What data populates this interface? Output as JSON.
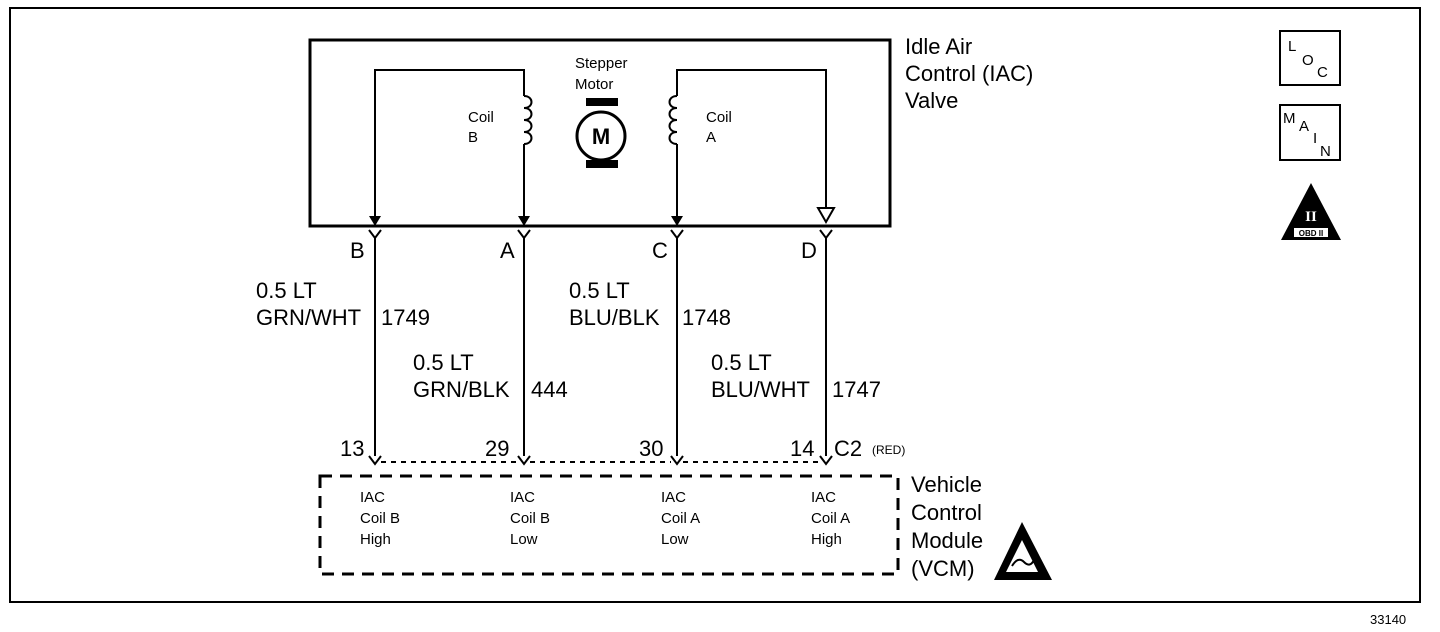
{
  "device": {
    "title_lines": [
      "Idle Air",
      "Control (IAC)",
      "Valve"
    ],
    "stepper_label_lines": [
      "Stepper",
      "Motor"
    ],
    "motor_symbol": "M",
    "coil_b_lines": [
      "Coil",
      "B"
    ],
    "coil_a_lines": [
      "Coil",
      "A"
    ]
  },
  "pins": [
    "B",
    "A",
    "C",
    "D"
  ],
  "wires": [
    {
      "size": "0.5 LT",
      "color": "GRN/WHT",
      "circuit": "1749"
    },
    {
      "size": "0.5 LT",
      "color": "GRN/BLK",
      "circuit": "444"
    },
    {
      "size": "0.5 LT",
      "color": "BLU/BLK",
      "circuit": "1748"
    },
    {
      "size": "0.5 LT",
      "color": "BLU/WHT",
      "circuit": "1747"
    }
  ],
  "module_pins": [
    "13",
    "29",
    "30",
    "14"
  ],
  "connector": {
    "name": "C2",
    "color_note": "(RED)"
  },
  "module": {
    "title_lines": [
      "Vehicle",
      "Control",
      "Module",
      "(VCM)"
    ],
    "functions": [
      [
        "IAC",
        "Coil B",
        "High"
      ],
      [
        "IAC",
        "Coil B",
        "Low"
      ],
      [
        "IAC",
        "Coil A",
        "Low"
      ],
      [
        "IAC",
        "Coil A",
        "High"
      ]
    ]
  },
  "icons": {
    "loc": {
      "name": "loc-icon",
      "letters": [
        "L",
        "O",
        "C"
      ]
    },
    "main": {
      "name": "main-icon",
      "letters": [
        "M",
        "A",
        "I",
        "N"
      ]
    },
    "obd": {
      "name": "obd-ii-icon",
      "numeral": "II",
      "label": "OBD II"
    },
    "esd": {
      "name": "esd-warning-icon"
    }
  },
  "figure_number": "33140"
}
